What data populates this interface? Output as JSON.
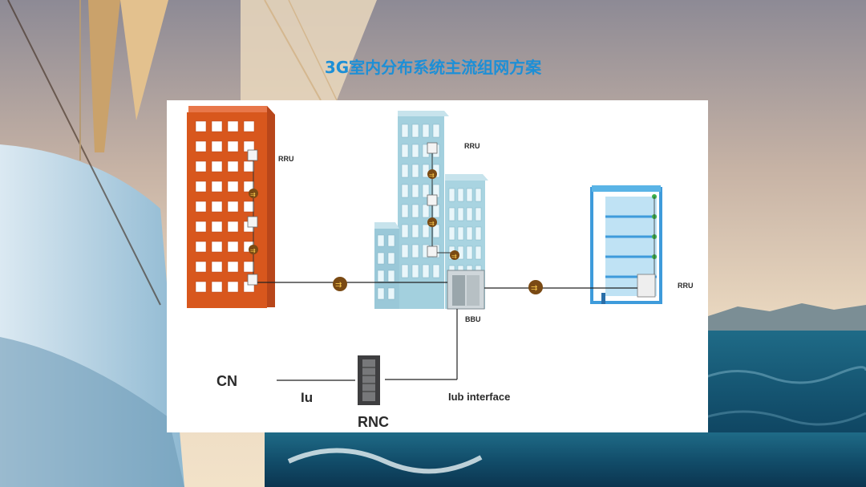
{
  "slide": {
    "title": "3G室内分布系统主流组网方案"
  },
  "diagram": {
    "labels": {
      "rru_left": "RRU",
      "rru_middle": "RRU",
      "rru_right": "RRU",
      "bbu": "BBU",
      "cn": "CN",
      "iu": "Iu",
      "iub": "Iub interface",
      "rnc": "RNC"
    }
  },
  "colors": {
    "title": "#1d8fd6",
    "orange_building": "#d8571d",
    "blue_building": "#a3d0de",
    "right_building": "#5ab4e6"
  }
}
